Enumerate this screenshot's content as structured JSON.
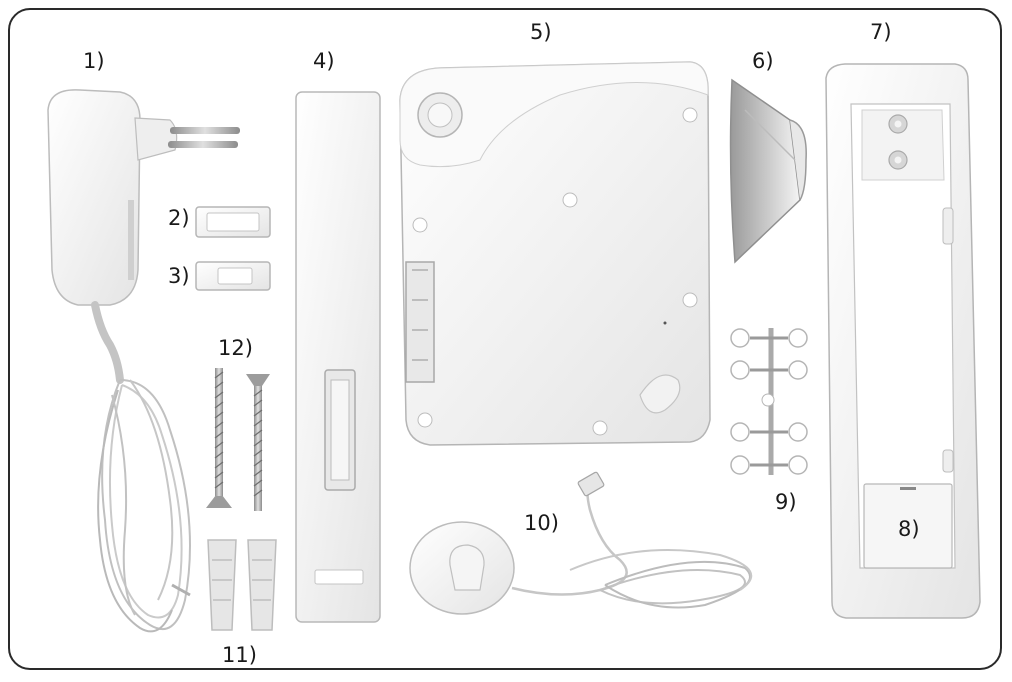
{
  "labels": [
    {
      "id": "part-1",
      "text": "1)"
    },
    {
      "id": "part-2",
      "text": "2)"
    },
    {
      "id": "part-3",
      "text": "3)"
    },
    {
      "id": "part-4",
      "text": "4)"
    },
    {
      "id": "part-5",
      "text": "5)"
    },
    {
      "id": "part-6",
      "text": "6)"
    },
    {
      "id": "part-7",
      "text": "7)"
    },
    {
      "id": "part-8",
      "text": "8)"
    },
    {
      "id": "part-9",
      "text": "9)"
    },
    {
      "id": "part-10",
      "text": "10)"
    },
    {
      "id": "part-11",
      "text": "11)"
    },
    {
      "id": "part-12",
      "text": "12)"
    }
  ],
  "colors": {
    "border": "#2a2a2a",
    "part_fill": "#f2f2f2",
    "part_stroke": "#b8b8b8",
    "shadow": "#d6d6d6",
    "cable": "#bdbdbd",
    "metal": "#a8a8a8"
  }
}
